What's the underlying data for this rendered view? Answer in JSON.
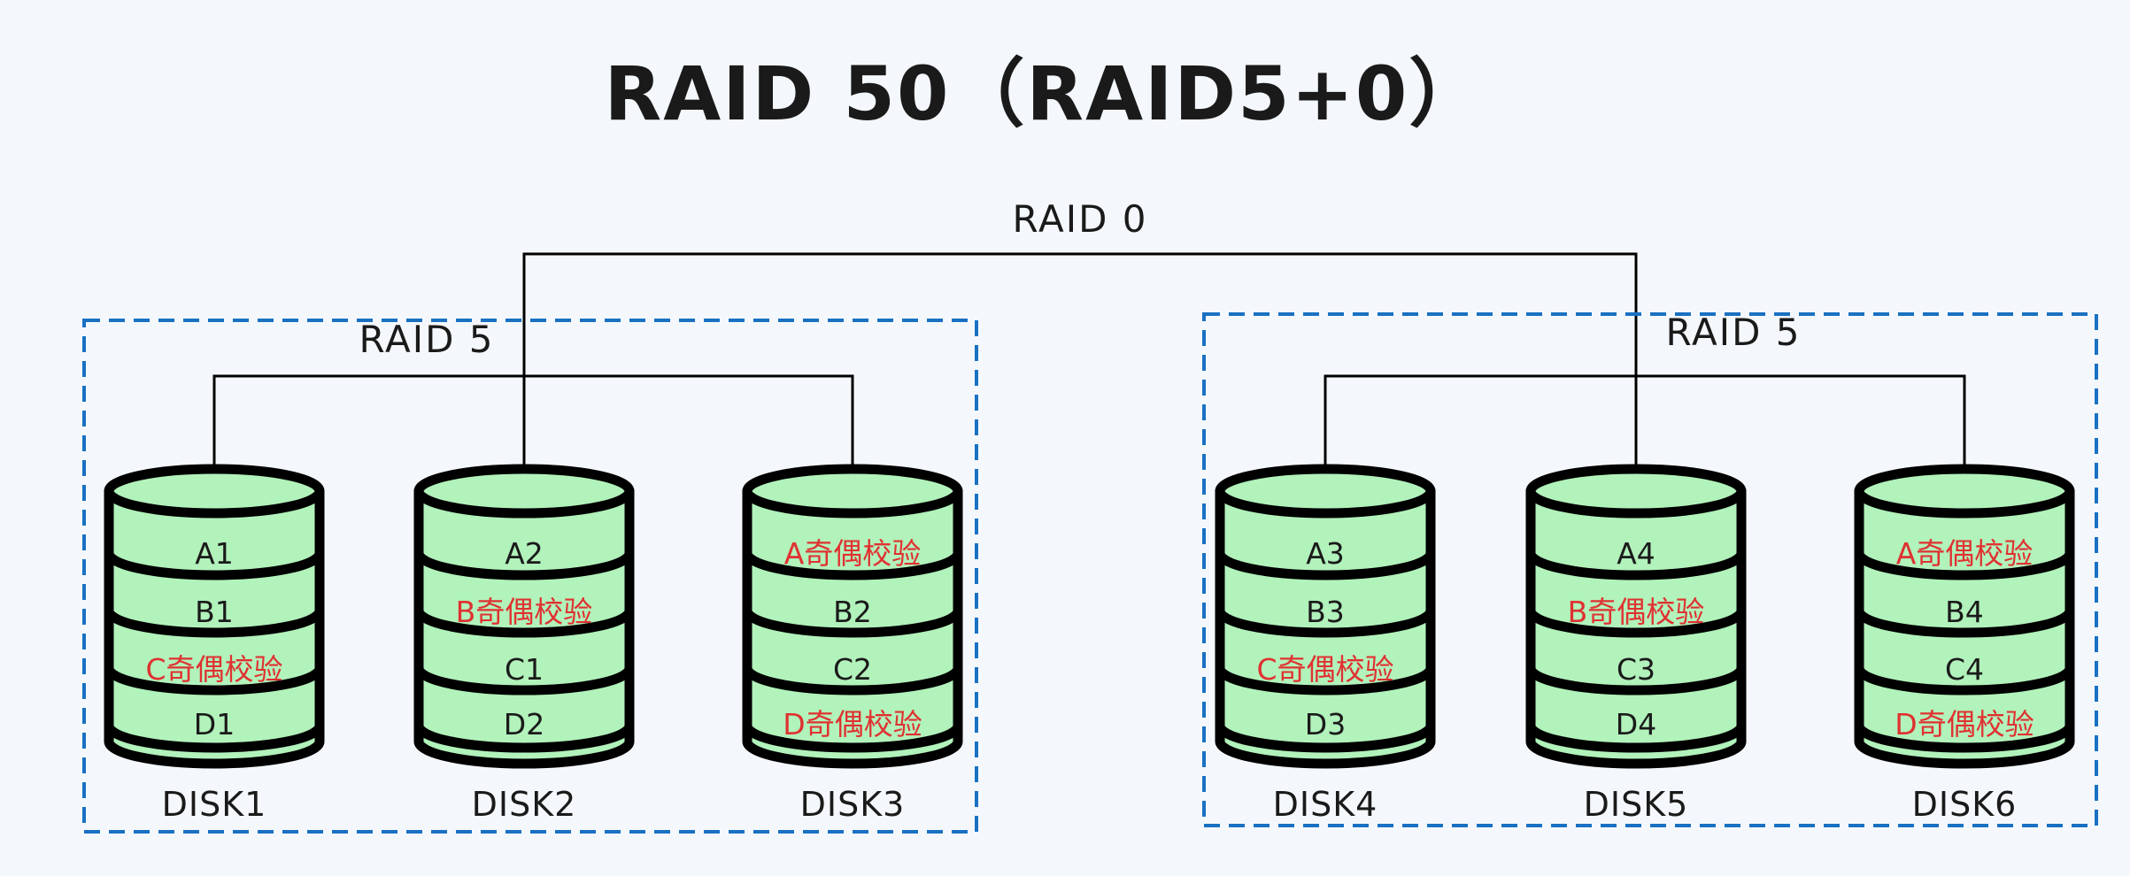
{
  "title": "RAID 50（RAID5+0）",
  "raid0_label": "RAID 0",
  "colors": {
    "background": "#f4f8fc",
    "disk_fill": "#b2f2bb",
    "outline": "#000000",
    "parity_text": "#e03131",
    "data_text": "#1a1a1a",
    "group_border": "#1971c2"
  },
  "groups": [
    {
      "label": "RAID 5",
      "disks": [
        {
          "name": "DISK1",
          "blocks": [
            {
              "text": "A1",
              "parity": false
            },
            {
              "text": "B1",
              "parity": false
            },
            {
              "text": "C奇偶校验",
              "parity": true
            },
            {
              "text": "D1",
              "parity": false
            }
          ]
        },
        {
          "name": "DISK2",
          "blocks": [
            {
              "text": "A2",
              "parity": false
            },
            {
              "text": "B奇偶校验",
              "parity": true
            },
            {
              "text": "C1",
              "parity": false
            },
            {
              "text": "D2",
              "parity": false
            }
          ]
        },
        {
          "name": "DISK3",
          "blocks": [
            {
              "text": "A奇偶校验",
              "parity": true
            },
            {
              "text": "B2",
              "parity": false
            },
            {
              "text": "C2",
              "parity": false
            },
            {
              "text": "D奇偶校验",
              "parity": true
            }
          ]
        }
      ]
    },
    {
      "label": "RAID 5",
      "disks": [
        {
          "name": "DISK4",
          "blocks": [
            {
              "text": "A3",
              "parity": false
            },
            {
              "text": "B3",
              "parity": false
            },
            {
              "text": "C奇偶校验",
              "parity": true
            },
            {
              "text": "D3",
              "parity": false
            }
          ]
        },
        {
          "name": "DISK5",
          "blocks": [
            {
              "text": "A4",
              "parity": false
            },
            {
              "text": "B奇偶校验",
              "parity": true
            },
            {
              "text": "C3",
              "parity": false
            },
            {
              "text": "D4",
              "parity": false
            }
          ]
        },
        {
          "name": "DISK6",
          "blocks": [
            {
              "text": "A奇偶校验",
              "parity": true
            },
            {
              "text": "B4",
              "parity": false
            },
            {
              "text": "C4",
              "parity": false
            },
            {
              "text": "D奇偶校验",
              "parity": true
            }
          ]
        }
      ]
    }
  ]
}
